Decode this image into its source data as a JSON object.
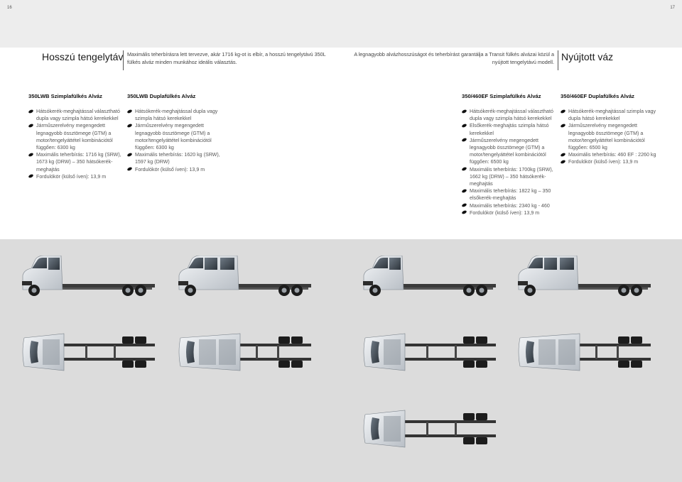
{
  "page_numbers": {
    "left": "16",
    "right": "17"
  },
  "header": {
    "left_title": "Hosszú tengelytáv",
    "left_intro": "Maximális teherbírásra lett tervezve, akár 1716 kg-ot is elbír, a hosszú tengelytávú 350L fülkés alváz minden munkához ideális választás.",
    "right_intro": "A legnagyobb alvázhosszúságot és teherbírást garantálja a Transit fülkés alvázai közül a nyújtott tengelytávú modell.",
    "right_title": "Nyújtott váz"
  },
  "columns": [
    {
      "heading": "350LWB Szimplafülkés Alváz",
      "items": [
        "Hátsókerék-meghajtással választható dupla vagy szimpla hátsó kerekekkel",
        "Járműszerelvény megengedett legnagyobb össztömege (GTM) a motor/tengelyáttétel kombinációtól függően: 6300 kg",
        "Maximális teherbírás: 1716 kg (SRW), 1673 kg (DRW) – 350 hátsókerék-meghajtás",
        "Fordulókör (külső íven): 13,9 m"
      ]
    },
    {
      "heading": "350LWB Duplafülkés Alváz",
      "items": [
        "Hátsókerék-meghajtással dupla vagy szimpla hátsó kerekekkel",
        "Járműszerelvény megengedett legnagyobb össztömege (GTM) a motor/tengelyáttétel kombinációtól függően: 6300 kg",
        "Maximális teherbírás: 1620 kg (SRW), 1597 kg (DRW)",
        "Fordulókör (külső íven): 13,9 m"
      ]
    },
    {
      "heading": "350/460EF Szimplafülkés Alváz",
      "items": [
        "Hátsókerék-meghajtással választható dupla vagy szimpla hátsó kerekekkel",
        "Elsőkerék-meghajtás szimpla hátsó kerekekkel",
        "Járműszerelvény megengedett legnagyobb össztömege (GTM) a motor/tengelyáttétel kombinációtól függően: 6500 kg",
        "Maximális teherbírás: 1700kg (SRW), 1662 kg (DRW) – 350 hátsókerék-meghajtás",
        "Maximális teherbírás: 1822 kg – 350 elsőkerék-meghajtás",
        "Maximális teherbírás: 2340 kg - 460",
        "Fordulókör (külső íven): 13,9 m"
      ]
    },
    {
      "heading": "350/460EF Duplafülkés Alváz",
      "items": [
        "Hátsókerék-meghajtással szimpla vagy dupla hátsó kerekekkel",
        "Járműszerelvény megengedett legnagyobb össztömege (GTM) a motor/tengelyáttétel kombinációtól függően: 6500 kg",
        "Maximális teherbírás: 460 EF : 2260 kg",
        "Fordulókör (külső íven): 13,9 m"
      ]
    }
  ],
  "colors": {
    "top_band": "#ededed",
    "image_band": "#dcdcdc",
    "bullet": "#111111"
  }
}
